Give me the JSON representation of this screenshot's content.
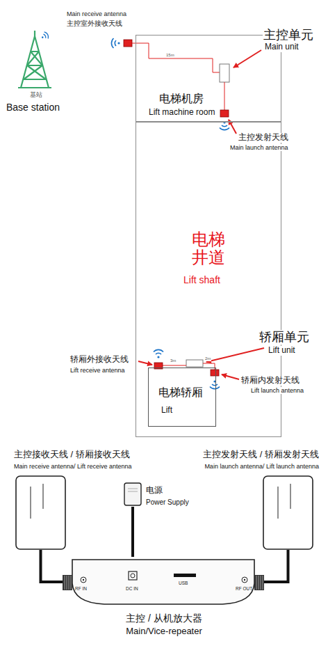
{
  "diagram": {
    "nodes": [
      {
        "text": [
          "电梯机房",
          "Lift machine room"
        ]
      },
      {
        "text": [
          "电梯井道",
          "Lift shaft"
        ]
      },
      {
        "text": [
          "电梯轿厢",
          "Lift"
        ],
        "in": 1
      },
      {
        "text": [
          "主控接收天线 / 轿厢接收天线",
          "Main receive antenna/ Lift receive antenna"
        ]
      },
      {
        "text": [
          "电源",
          "Power Supply"
        ]
      },
      {
        "text": [
          "RF IN",
          "DC IN",
          "USB",
          "RF OUT"
        ]
      },
      {
        "text": [
          "主控发射天线 / 轿厢发射天线",
          "Main launch antenna/ Lift launch antenna"
        ]
      }
    ],
    "edges": [
      {
        "from": 3,
        "to": 5,
        "arrow": "none"
      },
      {
        "from": 4,
        "to": 5,
        "arrow": "none"
      },
      {
        "from": 5,
        "to": 6,
        "arrow": "none"
      }
    ],
    "labels": [
      "Main receive antenna",
      "主控室外接收天线",
      "主控单元",
      "Main unit",
      "基站",
      "Base station",
      "15m",
      "主控发射天线",
      "Main launch antenna",
      "轿厢单元",
      "Lift unit",
      "轿厢外接收天线",
      "Lift receive antenna",
      "3m",
      "2m",
      "轿厢内发射天线",
      "Lift launch antenna",
      "主控 / 从机放大器",
      "Main/Vice-repeater"
    ]
  }
}
